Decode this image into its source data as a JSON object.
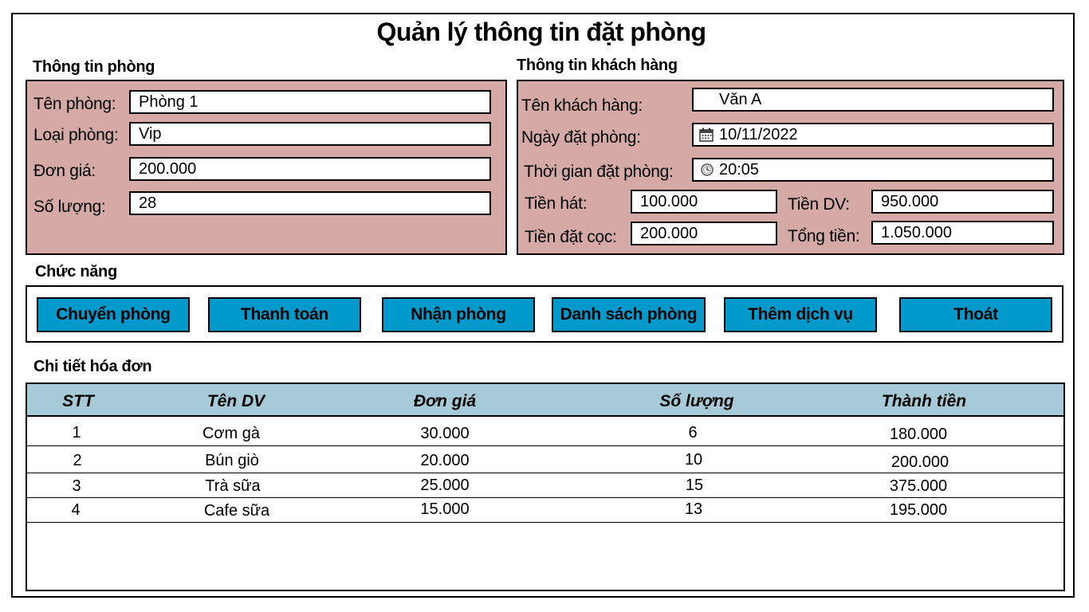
{
  "title": "Quản lý thông tin đặt phòng",
  "room_info": {
    "section_title": "Thông tin phòng",
    "ten_phong_label": "Tên phòng:",
    "ten_phong_value": "Phòng 1",
    "loai_phong_label": "Loại phòng:",
    "loai_phong_value": "Vip",
    "don_gia_label": "Đơn giá:",
    "don_gia_value": "200.000",
    "so_luong_label": "Số lượng:",
    "so_luong_value": "28"
  },
  "customer_info": {
    "section_title": "Thông tin khách hàng",
    "ten_khach_label": "Tên khách hàng:",
    "ten_khach_value": "Văn A",
    "ngay_dat_label": "Ngày đặt phòng:",
    "ngay_dat_value": "10/11/2022",
    "thoi_gian_label": "Thời gian đặt phòng:",
    "thoi_gian_value": "20:05",
    "tien_hat_label": "Tiền hát:",
    "tien_hat_value": "100.000",
    "tien_dv_label": "Tiền DV:",
    "tien_dv_value": "950.000",
    "tien_dat_coc_label": "Tiền đặt cọc:",
    "tien_dat_coc_value": "200.000",
    "tong_tien_label": "Tổng tiền:",
    "tong_tien_value": "1.050.000"
  },
  "functions": {
    "section_title": "Chức năng",
    "buttons": [
      "Chuyển phòng",
      "Thanh toán",
      "Nhận phòng",
      "Danh sách phòng",
      "Thêm dịch vụ",
      "Thoát"
    ]
  },
  "invoice": {
    "section_title": "Chi tiết hóa đơn",
    "columns": [
      "STT",
      "Tên DV",
      "Đơn giá",
      "Số lượng",
      "Thành tiền"
    ],
    "rows": [
      [
        "1",
        "Cơm gà",
        "30.000",
        "6",
        "180.000"
      ],
      [
        "2",
        "Bún giò",
        "20.000",
        "10",
        "200.000"
      ],
      [
        "3",
        "Trà sữa",
        "25.000",
        "15",
        "375.000"
      ],
      [
        "4",
        "Cafe sữa",
        "15.000",
        "13",
        "195.000"
      ]
    ]
  },
  "icons": {
    "date": "calendar-icon",
    "time": "clock-icon"
  },
  "colors": {
    "panel_bg": "#d5aaa6",
    "button_bg": "#0099cc",
    "table_header_bg": "#a6cad8"
  }
}
